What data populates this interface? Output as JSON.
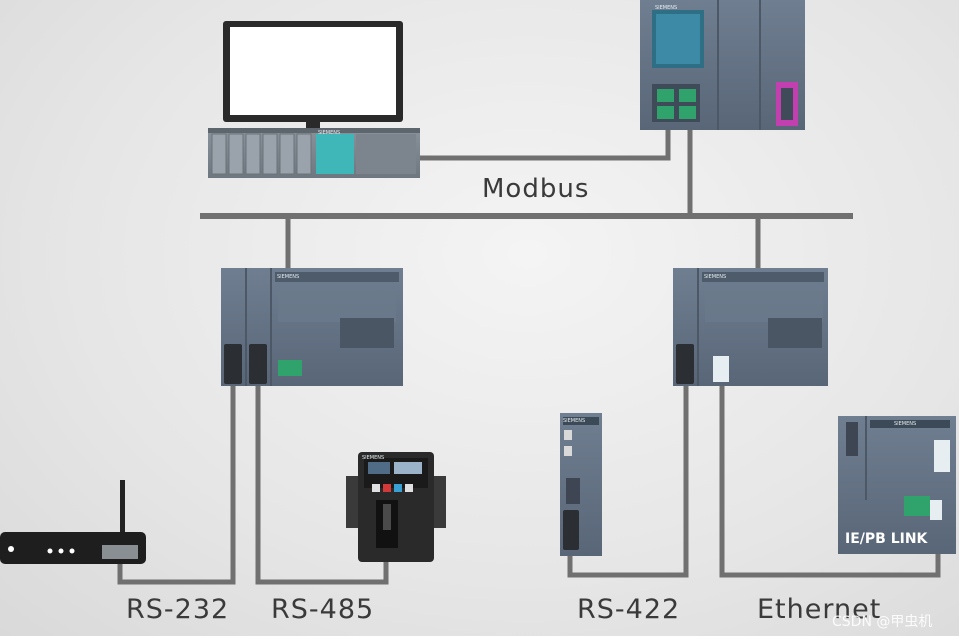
{
  "labels": {
    "bus": "Modbus",
    "rs232": "RS-232",
    "rs485": "RS-485",
    "rs422": "RS-422",
    "ethernet": "Ethernet",
    "link_module": "IE/PB LINK",
    "brand": "SIEMENS",
    "watermark": "CSDN @甲虫机"
  },
  "colors": {
    "cable": "#707070",
    "module": "#5b6a7c",
    "module_dark": "#46525f",
    "accent_teal": "#3fb6b8",
    "port_green": "#2fa36b",
    "port_magenta": "#c23fb0"
  }
}
